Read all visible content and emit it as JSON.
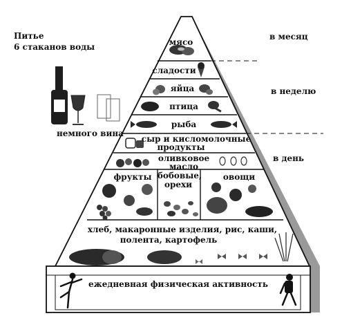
{
  "drink": {
    "line1": "Питье",
    "line2": "6 стаканов воды",
    "wine": "немного вина"
  },
  "frequency": {
    "month": "в месяц",
    "week": "в неделю",
    "day": "в день"
  },
  "levels": {
    "meat": "мясо",
    "sweets": "сладости",
    "eggs": "яйца",
    "poultry": "птица",
    "fish": "рыба",
    "cheese_line1": "сыр и кисломолочные",
    "cheese_line2": "продукты",
    "olive_line1": "оливковое",
    "olive_line2": "масло",
    "fruits": "фрукты",
    "legumes_line1": "бобовые,",
    "legumes_line2": "орехи",
    "vegetables": "овощи",
    "grains_line1": "хлеб, макаронные изделия, рис, каши,",
    "grains_line2": "полента, картофель",
    "activity": "ежедневная физическая активность"
  },
  "icons": [
    "wine-bottle-icon",
    "wine-glass-icon",
    "water-glasses-icon",
    "steak-icon",
    "ice-cream-icon",
    "egg-icon",
    "chicken-leg-icon",
    "fish-icon",
    "cheese-icon",
    "olive-icon",
    "apple-icon",
    "grapes-icon",
    "nut-icon",
    "vegetable-icon",
    "bread-icon",
    "pasta-icon",
    "wheat-icon",
    "runner-icon",
    "walker-icon"
  ]
}
